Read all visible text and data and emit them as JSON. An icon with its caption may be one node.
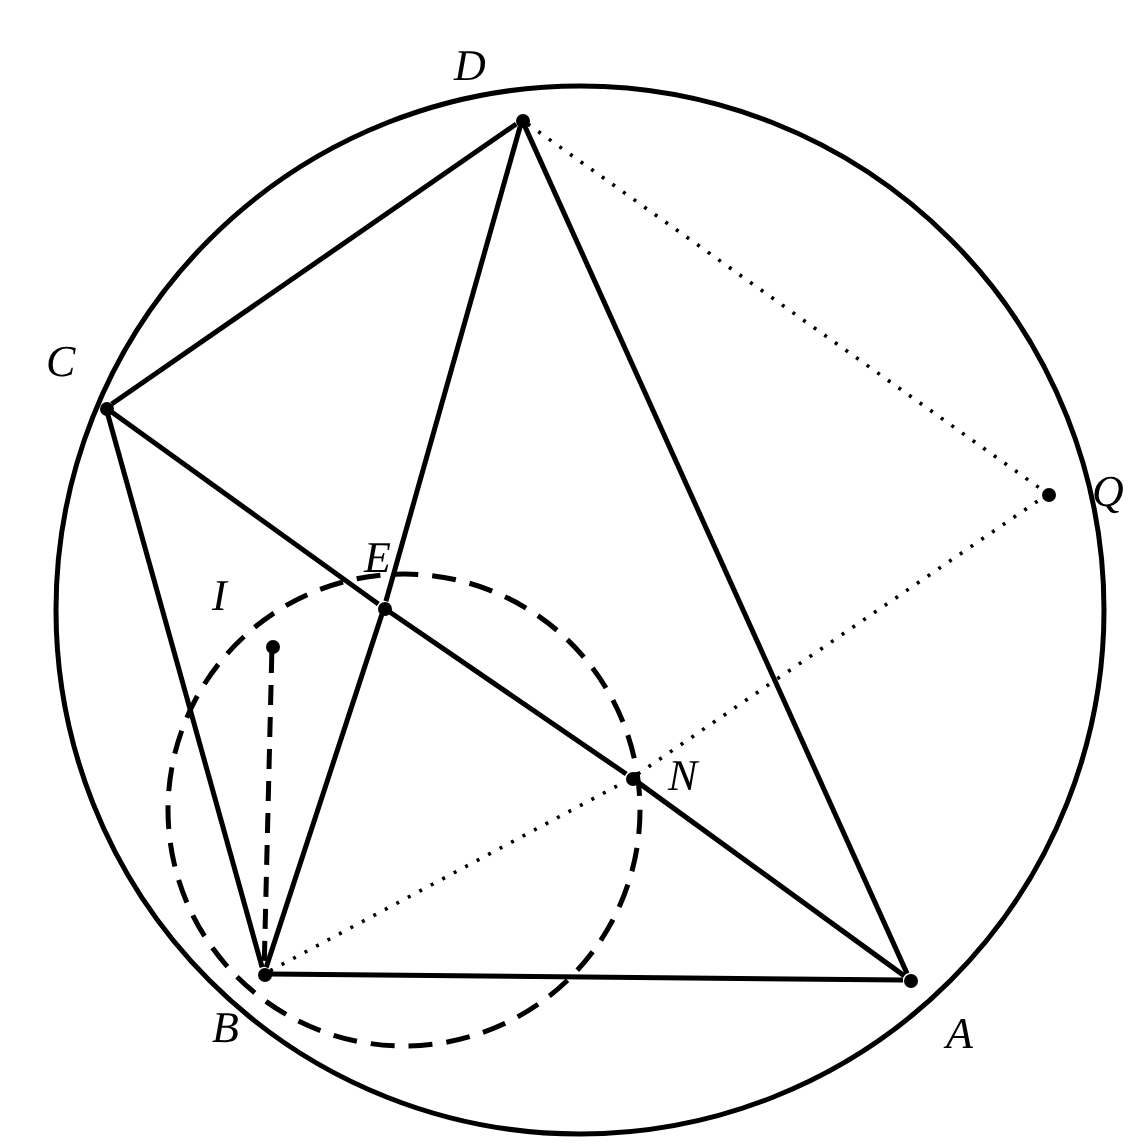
{
  "diagram": {
    "nodes": [
      {
        "text": [
          "D"
        ]
      },
      {
        "text": [
          "C"
        ]
      },
      {
        "text": [
          "Q"
        ]
      },
      {
        "text": [
          "E"
        ]
      },
      {
        "text": [
          "I"
        ]
      },
      {
        "text": [
          "N"
        ]
      },
      {
        "text": [
          "B"
        ]
      },
      {
        "text": [
          "A"
        ]
      }
    ],
    "edges": [
      {
        "from": 0,
        "to": 1,
        "arrow": "none"
      },
      {
        "from": 1,
        "to": 6,
        "arrow": "none"
      },
      {
        "from": 6,
        "to": 7,
        "arrow": "none"
      },
      {
        "from": 7,
        "to": 0,
        "arrow": "none"
      },
      {
        "from": 0,
        "to": 3,
        "arrow": "none"
      },
      {
        "from": 3,
        "to": 6,
        "arrow": "none"
      },
      {
        "from": 1,
        "to": 3,
        "arrow": "none"
      },
      {
        "from": 3,
        "to": 5,
        "arrow": "none"
      },
      {
        "from": 5,
        "to": 7,
        "arrow": "none"
      },
      {
        "from": 4,
        "to": 6,
        "arrow": "none",
        "style": "dashed"
      },
      {
        "from": 0,
        "to": 2,
        "arrow": "none",
        "style": "dashed"
      },
      {
        "from": 6,
        "to": 5,
        "arrow": "none",
        "style": "dashed"
      },
      {
        "from": 5,
        "to": 2,
        "arrow": "none",
        "style": "dashed"
      }
    ]
  }
}
